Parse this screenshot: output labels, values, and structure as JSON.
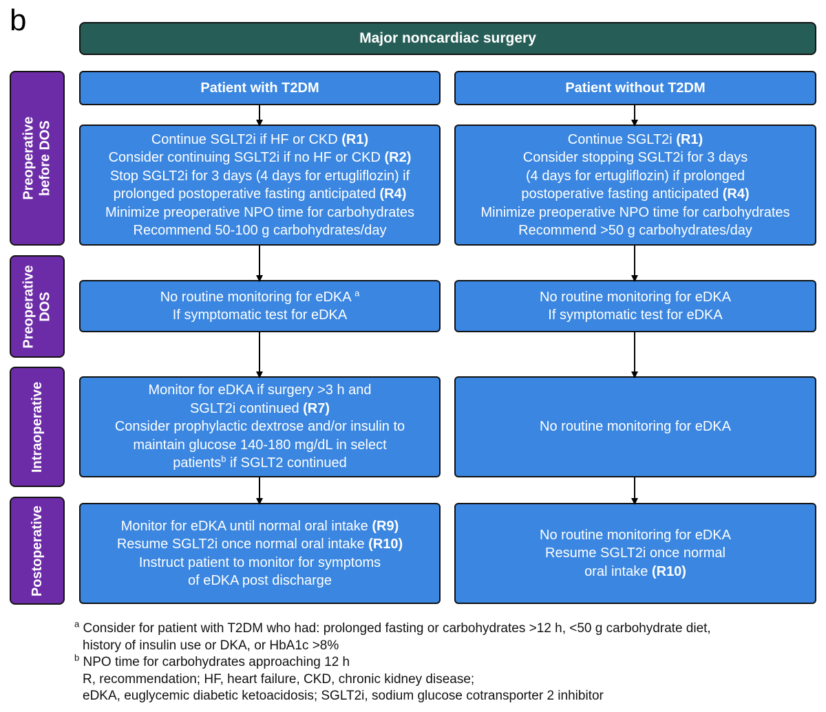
{
  "panel_label": "b",
  "title": "Major noncardiac surgery",
  "stages": {
    "pre_before": [
      "Preoperative",
      "before DOS"
    ],
    "pre_dos": [
      "Preoperative",
      "DOS"
    ],
    "intra": [
      "Intraoperative"
    ],
    "post": [
      "Postoperative"
    ]
  },
  "columns": {
    "left": {
      "header": "Patient with T2DM",
      "pre_before": [
        {
          "t": "Continue SGLT2i if HF or CKD ",
          "r": "(R1)"
        },
        {
          "t": "Consider continuing SGLT2i if no HF or CKD ",
          "r": "(R2)"
        },
        {
          "t": "Stop SGLT2i for 3 days (4 days for ertugliflozin) if"
        },
        {
          "t": "prolonged postoperative fasting anticipated ",
          "r": "(R4)"
        },
        {
          "t": "Minimize preoperative NPO time for carbohydrates"
        },
        {
          "t": "Recommend 50-100 g carbohydrates/day"
        }
      ],
      "pre_dos": [
        {
          "t": "No routine monitoring for eDKA ",
          "s": "a"
        },
        {
          "t": "If symptomatic test for eDKA"
        }
      ],
      "intra": [
        {
          "t": "Monitor for eDKA if surgery >3 h and"
        },
        {
          "t": "SGLT2i continued ",
          "r": "(R7)"
        },
        {
          "t": "Consider prophylactic dextrose and/or insulin to"
        },
        {
          "t": "maintain glucose 140-180 mg/dL in select"
        },
        {
          "t": "patients",
          "s": "b",
          "t2": " if SGLT2 continued"
        }
      ],
      "post": [
        {
          "t": "Monitor for eDKA until normal oral intake ",
          "r": "(R9)"
        },
        {
          "t": "Resume SGLT2i once normal oral intake ",
          "r": "(R10)"
        },
        {
          "t": "Instruct patient to monitor for symptoms"
        },
        {
          "t": "of eDKA post discharge"
        }
      ]
    },
    "right": {
      "header": "Patient without T2DM",
      "pre_before": [
        {
          "t": "Continue SGLT2i ",
          "r": "(R1)"
        },
        {
          "t": "Consider stopping SGLT2i for 3 days"
        },
        {
          "t": "(4 days for ertugliflozin) if prolonged"
        },
        {
          "t": "postoperative fasting anticipated ",
          "r": "(R4)"
        },
        {
          "t": "Minimize preoperative NPO time for carbohydrates"
        },
        {
          "t": "Recommend >50 g carbohydrates/day"
        }
      ],
      "pre_dos": [
        {
          "t": "No routine monitoring for eDKA"
        },
        {
          "t": "If symptomatic test for eDKA"
        }
      ],
      "intra": [
        {
          "t": "No routine monitoring for eDKA"
        }
      ],
      "post": [
        {
          "t": "No routine monitoring for eDKA"
        },
        {
          "t": "Resume SGLT2i once normal"
        },
        {
          "t": "oral intake ",
          "r": "(R10)"
        }
      ]
    }
  },
  "footnotes": [
    {
      "s": "a",
      "t": " Consider for patient with T2DM who had: prolonged fasting or carbohydrates >12 h, <50 g carbohydrate diet,"
    },
    {
      "t": "history of insulin use or DKA, or HbA1c >8%",
      "indent": true
    },
    {
      "s": "b",
      "t": " NPO time for carbohydrates approaching 12 h"
    },
    {
      "t": "R, recommendation; HF, heart failure, CKD, chronic kidney disease;",
      "indent": true
    },
    {
      "t": "eDKA, euglycemic diabetic ketoacidosis; SGLT2i, sodium glucose cotransporter 2 inhibitor",
      "indent": true
    }
  ],
  "colors": {
    "title_bg": "#265e57",
    "stage_bg": "#6d2ca7",
    "box_bg": "#3a86e0"
  }
}
